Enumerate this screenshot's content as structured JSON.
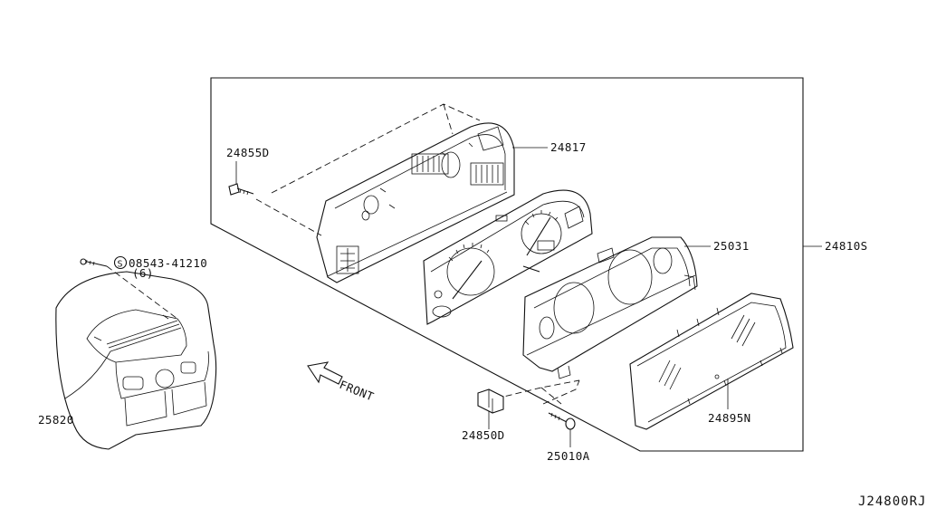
{
  "parts": [
    {
      "id": "p24855D",
      "label": "24855D"
    },
    {
      "id": "p24817",
      "label": "24817"
    },
    {
      "id": "p25031",
      "label": "25031"
    },
    {
      "id": "p24810S",
      "label": "24810S"
    },
    {
      "id": "p08543",
      "label": "08543-41210"
    },
    {
      "id": "p08543qty",
      "label": "(6)"
    },
    {
      "id": "p25820",
      "label": "25820"
    },
    {
      "id": "p24850D",
      "label": "24850D"
    },
    {
      "id": "p25010A",
      "label": "25010A"
    },
    {
      "id": "p24895N",
      "label": "24895N"
    }
  ],
  "screw_symbol": "S",
  "front_label": "FRONT",
  "diagram_code": "J24800RJ"
}
